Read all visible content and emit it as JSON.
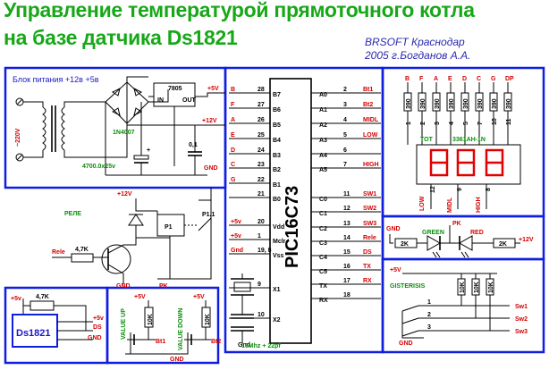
{
  "header": {
    "title_line1": "Управление температурой прямоточного котла",
    "title_line2": "на базе датчика Ds1821",
    "author_line1": "BRSOFT  Краснодар",
    "author_line2": "2005 г.Богданов А.А."
  },
  "power": {
    "title": "Блок питания +12в  +5в",
    "mains": "~220V",
    "regulator": "7805",
    "in": "IN",
    "out": "OUT",
    "diode": "1N4007",
    "cap": "4700.0x25v",
    "cap2": "0,1",
    "plus": "+",
    "v5": "+5V",
    "v12": "+12V",
    "gnd": "GND"
  },
  "mcu": {
    "name": "PIC16C73",
    "crystal": "16Mhz + 22pf",
    "pins_left": [
      "B7",
      "B6",
      "B5",
      "B4",
      "B3",
      "B2",
      "B1",
      "B0",
      "Vdd",
      "Mclr",
      "Vss",
      "X1",
      "X2"
    ],
    "pins_right": [
      "A0",
      "A1",
      "A2",
      "A3",
      "A4",
      "A5",
      "C0",
      "C1",
      "C2",
      "C3",
      "C4",
      "C5",
      "TX",
      "RX"
    ],
    "num_left": [
      "28",
      "27",
      "26",
      "25",
      "24",
      "23",
      "22",
      "21",
      "20",
      "1",
      "19, 8",
      "9",
      "10"
    ],
    "num_right": [
      "2",
      "3",
      "4",
      "5",
      "6",
      "7",
      "11",
      "12",
      "13",
      "14",
      "15",
      "16",
      "17",
      "18"
    ],
    "net_left": [
      "B",
      "F",
      "A",
      "E",
      "D",
      "C",
      "G",
      "",
      "+5v",
      "+5v",
      "Gnd",
      "",
      ""
    ],
    "net_right": [
      "Bt1",
      "Bt2",
      "MIDL",
      "LOW",
      "",
      "HIGH",
      "SW1",
      "SW2",
      "SW3",
      "Rele",
      "DS",
      "TX",
      "RX",
      ""
    ]
  },
  "display": {
    "segments": [
      "B",
      "F",
      "A",
      "E",
      "D",
      "C",
      "G",
      "DP"
    ],
    "pins": [
      "1",
      "2",
      "3",
      "4",
      "5",
      "7",
      "10",
      "11"
    ],
    "resistor": "390",
    "tot": "TOT",
    "part": "3361AH-1N",
    "low": "LOW",
    "low_pin": "12",
    "midl": "MIDL",
    "midl_pin": "9",
    "high": "HIGH",
    "high_pin": "8"
  },
  "relay": {
    "title": "РЕЛЕ",
    "v12": "+12V",
    "p1": "P1",
    "p11": "P1.1",
    "rele": "Rele",
    "res": "4,7K",
    "gnd": "GND",
    "pk": "PK"
  },
  "led": {
    "gnd": "GND",
    "pk": "PK",
    "green": "GREEN",
    "red": "RED",
    "res": "2K",
    "v12": "+12V"
  },
  "gisteresis": {
    "title": "GISTERISIS",
    "v5": "+5V",
    "res": "10K",
    "pins": [
      "1",
      "2",
      "3"
    ],
    "sw": [
      "Sw1",
      "Sw2",
      "Sw3"
    ],
    "gnd": "GND"
  },
  "sensor": {
    "name": "Ds1821",
    "v5": "+5v",
    "res": "4,7K",
    "ds": "DS",
    "gnd": "GND",
    "v5b": "+5v"
  },
  "buttons": {
    "up": "VALUE UP",
    "down": "VALUE DOWN",
    "v5": "+5V",
    "res": "10K",
    "bt1": "Bt1",
    "bt2": "Bt2",
    "gnd": "GND"
  },
  "colors": {
    "frame": "#0f1ee0",
    "wire": "#000000",
    "title": "#17a817",
    "label_red": "#d40000",
    "label_green": "#0a8f0a",
    "led_red": "#e00000"
  }
}
